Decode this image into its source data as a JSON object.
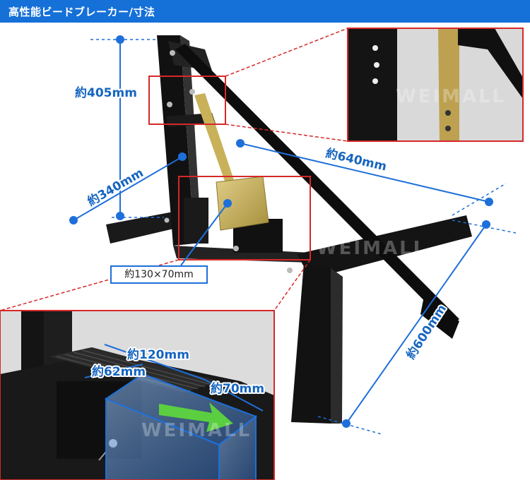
{
  "header": {
    "title": "高性能ビードブレーカー/寸法"
  },
  "dimensions": {
    "height": "約405mm",
    "depth": "約340mm",
    "bar": "約640mm",
    "leg": "約600mm",
    "pad": "約130×70mm",
    "slot_length": "約120mm",
    "slot_inner": "約62mm",
    "slot_width": "約70mm"
  },
  "watermark": "WEIMALL",
  "colors": {
    "header": "#1570d8",
    "dimension": "#1565c0",
    "callout": "#d62828",
    "pad": "#c9b15a"
  }
}
